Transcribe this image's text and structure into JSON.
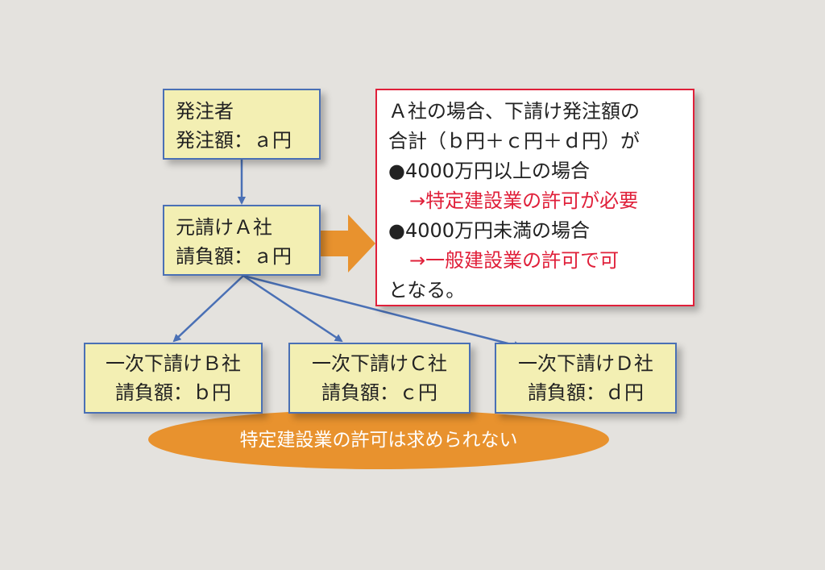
{
  "orderer": {
    "line1": "発注者",
    "line2": "発注額：ａ円"
  },
  "prime": {
    "line1": "元請けＡ社",
    "line2": "請負額：ａ円"
  },
  "subs": [
    {
      "line1": "一次下請けＢ社",
      "line2": "請負額：ｂ円"
    },
    {
      "line1": "一次下請けＣ社",
      "line2": "請負額：ｃ円"
    },
    {
      "line1": "一次下請けＤ社",
      "line2": "請負額：ｄ円"
    }
  ],
  "note": {
    "lines": [
      "Ａ社の場合、下請け発注額の",
      "合計（ｂ円＋ｃ円＋ｄ円）が",
      "●4000万円以上の場合",
      "→特定建設業の許可が必要",
      "●4000万円未満の場合",
      "→一般建設業の許可で可",
      "となる。"
    ]
  },
  "ellipse_label": "特定建設業の許可は求められない",
  "colors": {
    "box_fill": "#f3efb3",
    "box_border": "#4a70b5",
    "accent_orange": "#e8922e",
    "alert_red": "#e0203a",
    "background": "#e4e2de"
  }
}
